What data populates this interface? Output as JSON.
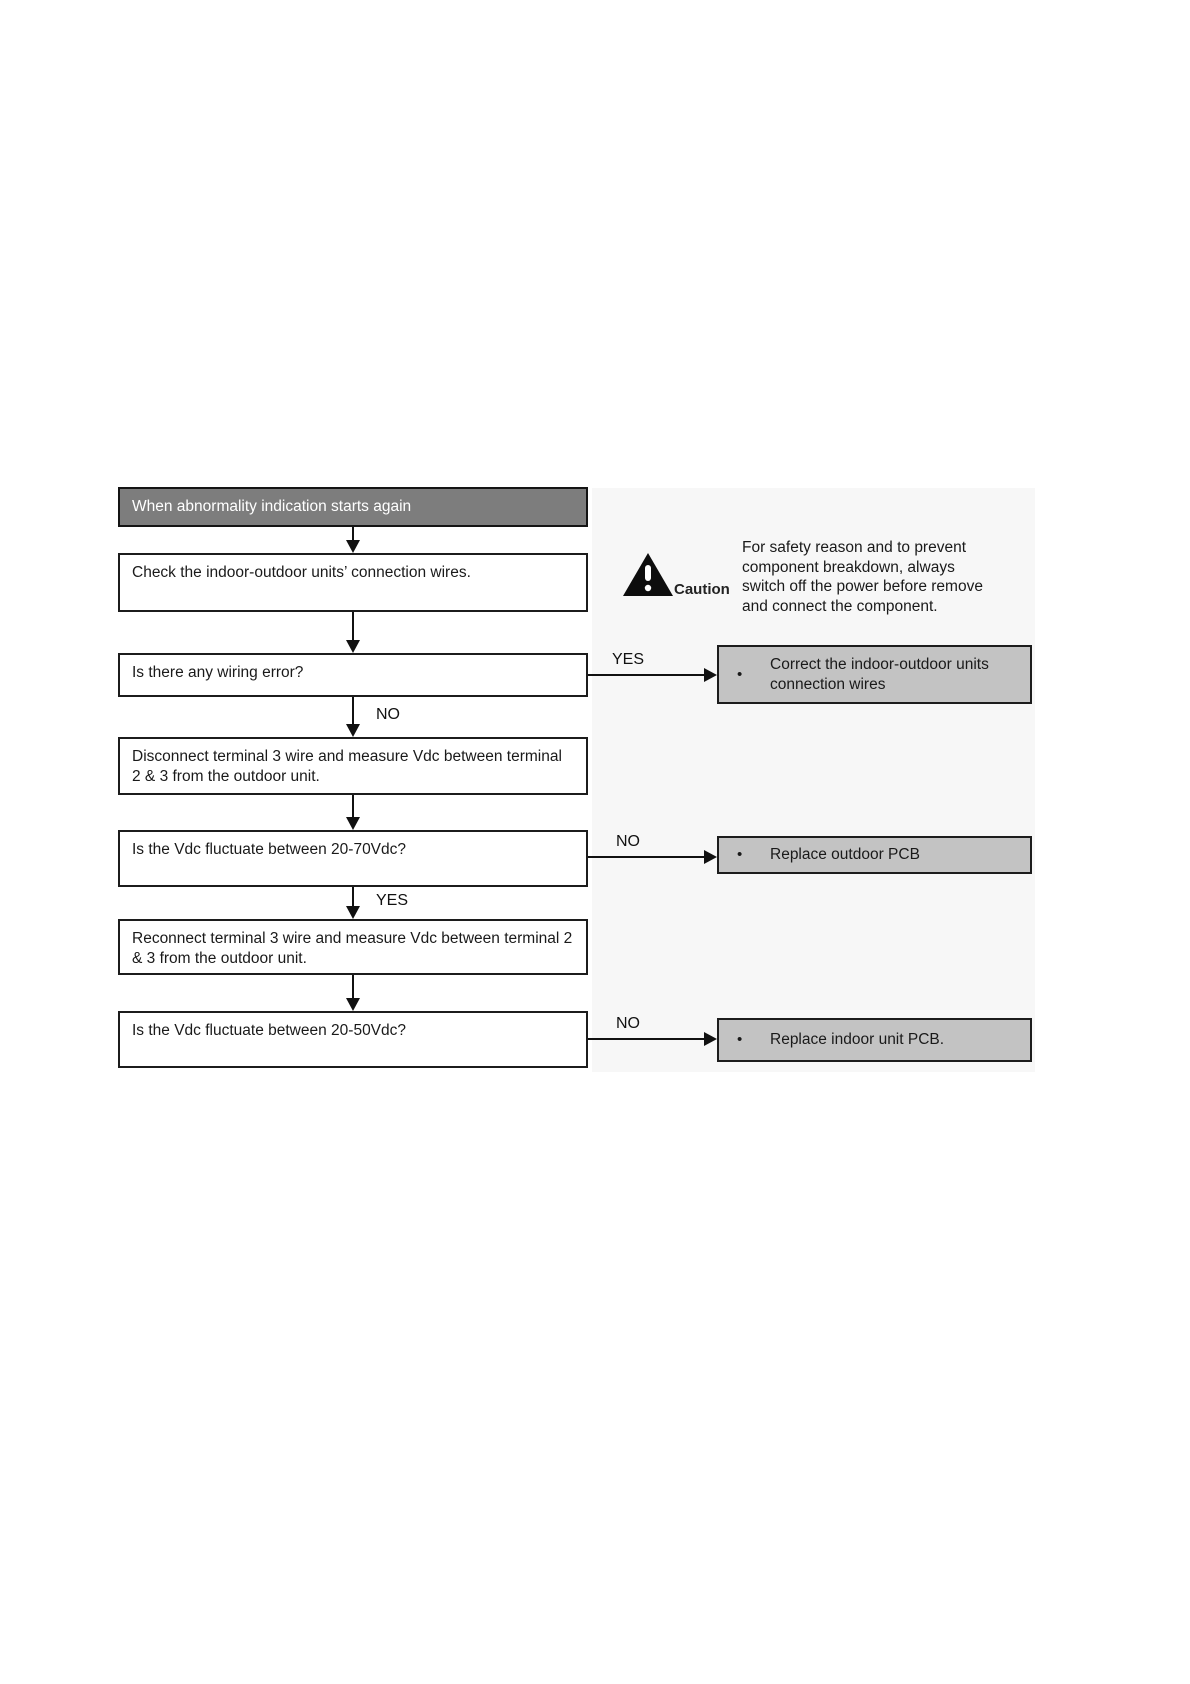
{
  "colors": {
    "header_fill": "#7d7d7d",
    "header_text": "#ffffff",
    "result_fill": "#c3c3c3",
    "panel_bg": "#f7f7f7",
    "line": "#111111"
  },
  "flowchart": {
    "title": "When abnormality indication starts again",
    "boxes": {
      "check_wires": "Check the indoor-outdoor units’ connection wires.",
      "wiring_error": "Is there any wiring error?",
      "disconnect": "Disconnect terminal 3 wire and measure Vdc between terminal 2 & 3 from the outdoor unit.",
      "vdc_20_70": "Is the Vdc fluctuate between 20-70Vdc?",
      "reconnect": "Reconnect terminal 3 wire and measure Vdc between terminal 2 & 3 from the outdoor unit.",
      "vdc_20_50": "Is the Vdc fluctuate between 20-50Vdc?"
    },
    "branch_labels": {
      "yes": "YES",
      "no": "NO"
    },
    "bullet": "•",
    "results": {
      "correct_wires": "Correct the indoor-outdoor units connection wires",
      "replace_outdoor_pcb": "Replace outdoor PCB",
      "replace_indoor_pcb": "Replace indoor unit PCB."
    }
  },
  "caution": {
    "label": "Caution",
    "text": "For safety reason and to prevent component breakdown, always switch off the power before remove and connect the component."
  }
}
